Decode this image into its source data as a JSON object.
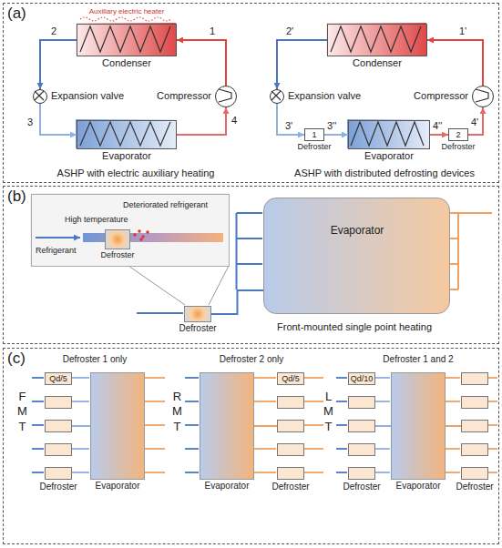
{
  "diagram": {
    "nodes": [
      {
        "text": [
          "(a)"
        ]
      },
      {
        "text": [
          "Condenser"
        ],
        "in": 0
      },
      {
        "text": [
          "Expansion valve"
        ],
        "in": 0
      },
      {
        "text": [
          "Compressor"
        ],
        "in": 0
      },
      {
        "text": [
          "Evaporator"
        ],
        "in": 0
      },
      {
        "text": [
          "Condenser"
        ],
        "in": 0
      },
      {
        "text": [
          "Expansion valve"
        ],
        "in": 0
      },
      {
        "text": [
          "Compressor"
        ],
        "in": 0
      },
      {
        "text": [
          "1",
          "Defroster"
        ],
        "in": 0
      },
      {
        "text": [
          "Evaporator"
        ],
        "in": 0
      },
      {
        "text": [
          "2",
          "Defroster"
        ],
        "in": 0
      },
      {
        "text": [
          "(b)"
        ]
      },
      {
        "text": [
          "Refrigerant",
          "High temperature",
          "Deteriorated refrigerant"
        ],
        "in": 11
      },
      {
        "text": [
          "Defroster"
        ],
        "in": 12
      },
      {
        "text": [
          "Evaporator"
        ],
        "in": 11
      },
      {
        "text": [
          "Defroster"
        ],
        "in": 11
      },
      {
        "text": [
          "(c)"
        ]
      },
      {
        "text": [
          "Qd/5",
          "Defroster"
        ],
        "in": 16
      },
      {
        "text": [
          "Evaporator"
        ],
        "in": 16
      },
      {
        "text": [
          "Evaporator"
        ],
        "in": 16
      },
      {
        "text": [
          "Qd/5",
          "Defroster"
        ],
        "in": 16
      },
      {
        "text": [
          "Qd/10",
          "Defroster"
        ],
        "in": 16
      },
      {
        "text": [
          "Evaporator"
        ],
        "in": 16
      },
      {
        "text": [
          "Defroster"
        ],
        "in": 16
      }
    ],
    "edges": [
      {
        "from": 3,
        "to": 1,
        "arrow": "to"
      },
      {
        "from": 1,
        "to": 2,
        "arrow": "to"
      },
      {
        "from": 2,
        "to": 4,
        "arrow": "to"
      },
      {
        "from": 4,
        "to": 3,
        "arrow": "to"
      },
      {
        "from": 7,
        "to": 5,
        "arrow": "to"
      },
      {
        "from": 5,
        "to": 6,
        "arrow": "to"
      },
      {
        "from": 6,
        "to": 8,
        "arrow": "to"
      },
      {
        "from": 8,
        "to": 9,
        "arrow": "to"
      },
      {
        "from": 9,
        "to": 10,
        "arrow": "to"
      },
      {
        "from": 10,
        "to": 7,
        "arrow": "to"
      },
      {
        "from": 15,
        "to": 14,
        "arrow": "none"
      },
      {
        "from": 17,
        "to": 18,
        "arrow": "none"
      },
      {
        "from": 19,
        "to": 20,
        "arrow": "none"
      },
      {
        "from": 21,
        "to": 22,
        "arrow": "none"
      },
      {
        "from": 22,
        "to": 23,
        "arrow": "none"
      }
    ],
    "labels": [
      "Auxiliary electric heater",
      "2",
      "1",
      "3",
      "4",
      "ASHP with electric auxiliary heating",
      "2'",
      "1'",
      "3'",
      "3''",
      "4''",
      "4'",
      "ASHP with distributed defrosting devices",
      "Front-mounted single point heating",
      "Defroster 1 only",
      "F M T",
      "Defroster 2 only",
      "R M T",
      "Defroster 1 and 2",
      "L M T"
    ]
  }
}
